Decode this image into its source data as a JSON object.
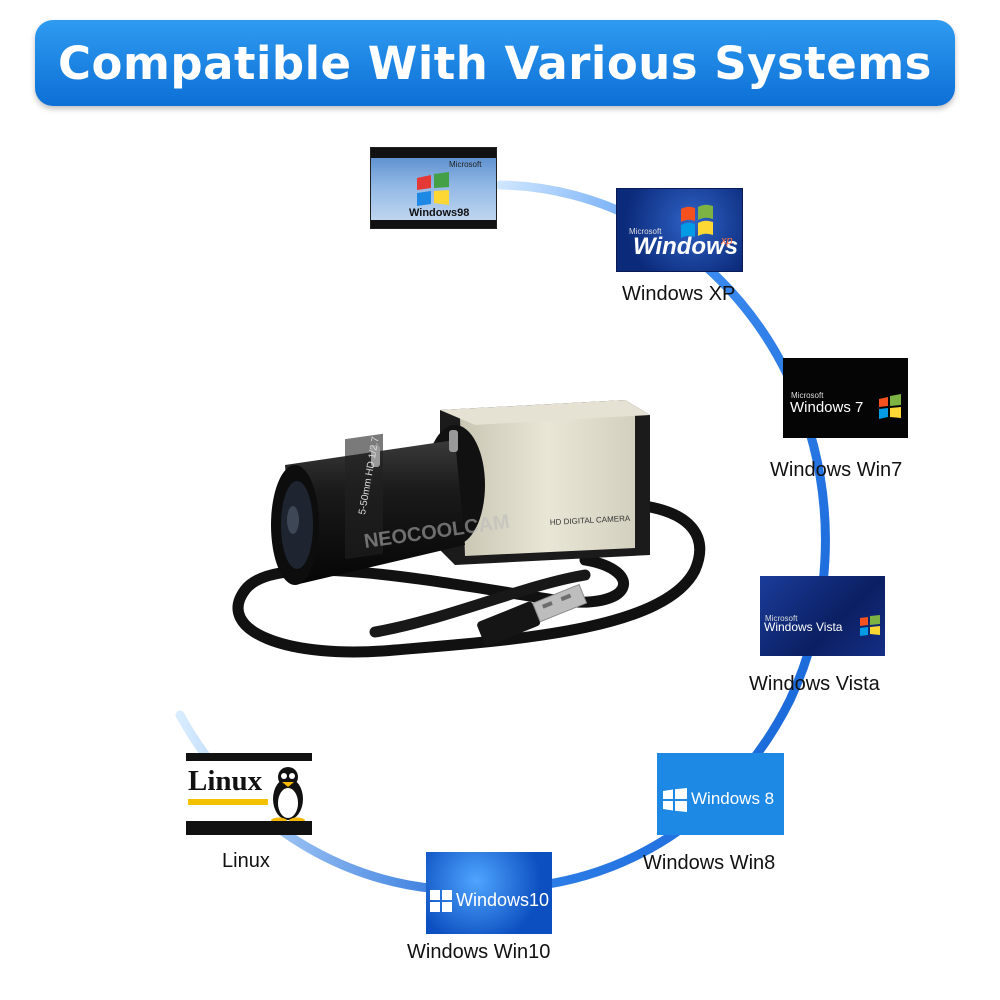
{
  "banner": {
    "title": "Compatible With Various Systems"
  },
  "watermark": "NEOCOOLCAM",
  "camera": {
    "lens_label": "5-50mm HD 1/2.7",
    "body_label": "HD DIGITAL CAMERA"
  },
  "systems": {
    "win98": {
      "logo_text": "Windows98",
      "maker": "Microsoft"
    },
    "winxp": {
      "logo_text": "Windows",
      "suffix": "xp",
      "maker": "Microsoft",
      "caption": "Windows XP"
    },
    "win7": {
      "logo_text": "Windows 7",
      "maker": "Microsoft",
      "caption": "Windows Win7"
    },
    "vista": {
      "logo_text": "Windows Vista",
      "maker": "Microsoft",
      "caption": "Windows Vista"
    },
    "win8": {
      "logo_text": "Windows 8",
      "caption": "Windows Win8"
    },
    "win10": {
      "logo_text": "Windows10",
      "caption": "Windows Win10"
    },
    "linux": {
      "logo_text": "Linux",
      "caption": "Linux"
    }
  },
  "colors": {
    "banner": "#0c6fd6",
    "ring": "#1a73e8",
    "win8_bg": "#1e88e5"
  }
}
